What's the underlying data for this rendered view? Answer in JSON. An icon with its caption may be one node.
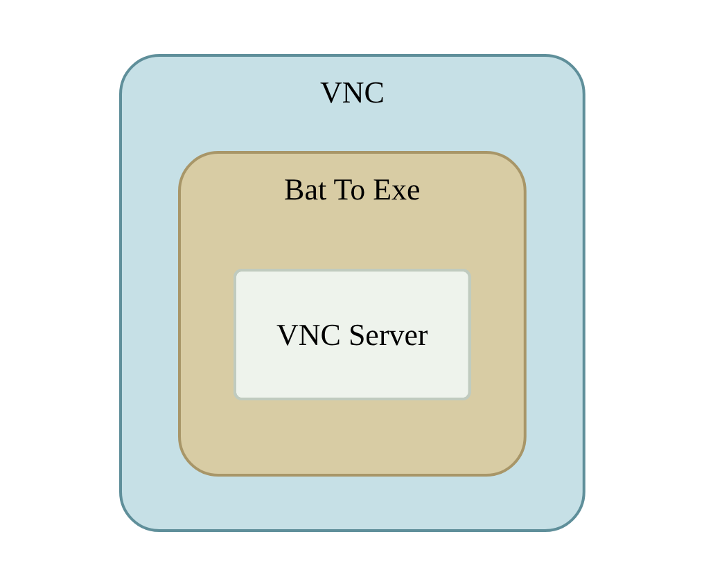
{
  "diagram": {
    "nodes": [
      {
        "text": [
          "VNC"
        ]
      },
      {
        "text": [
          "Bat To Exe"
        ],
        "in": 0
      },
      {
        "text": [
          "VNC Server"
        ],
        "in": 1
      }
    ]
  }
}
